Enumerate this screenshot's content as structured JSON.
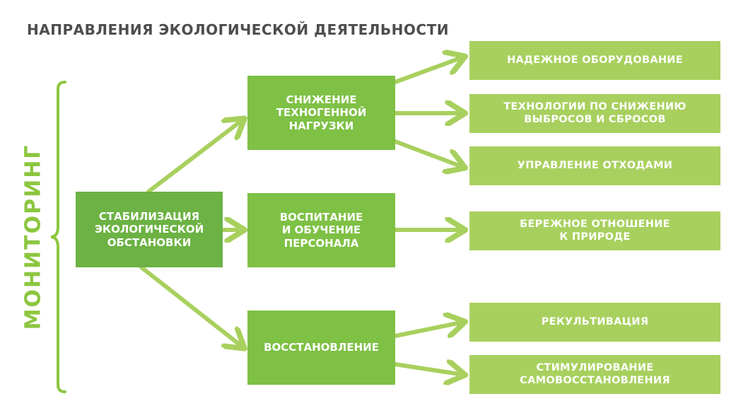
{
  "title": "НАПРАВЛЕНИЯ ЭКОЛОГИЧЕСКОЙ ДЕЯТЕЛЬНОСТИ",
  "side_label": "МОНИТОРИНГ",
  "colors": {
    "title": "#4d4d4f",
    "accent": "#8cc63f",
    "root_box": "#6cb244",
    "mid_box": "#7ec145",
    "leaf_box": "#a8d05e",
    "arrow": "#a8d05e"
  },
  "root": {
    "label": "СТАБИЛИЗАЦИЯ\nЭКОЛОГИЧЕСКОЙ\nОБСТАНОВКИ"
  },
  "mid": [
    {
      "label": "СНИЖЕНИЕ\nТЕХНОГЕННОЙ\nНАГРУЗКИ"
    },
    {
      "label": "ВОСПИТАНИЕ\nИ ОБУЧЕНИЕ\nПЕРСОНАЛА"
    },
    {
      "label": "ВОССТАНОВЛЕНИЕ"
    }
  ],
  "leaves": [
    {
      "label": "НАДЕЖНОЕ ОБОРУДОВАНИЕ"
    },
    {
      "label": "ТЕХНОЛОГИИ ПО СНИЖЕНИЮ\nВЫБРОСОВ И СБРОСОВ"
    },
    {
      "label": "УПРАВЛЕНИЕ ОТХОДАМИ"
    },
    {
      "label": "БЕРЕЖНОЕ ОТНОШЕНИЕ\nК ПРИРОДЕ"
    },
    {
      "label": "РЕКУЛЬТИВАЦИЯ"
    },
    {
      "label": "СТИМУЛИРОВАНИЕ\nСАМОВОССТАНОВЛЕНИЯ"
    }
  ],
  "edges": [
    {
      "from": "root",
      "to": "mid-0"
    },
    {
      "from": "root",
      "to": "mid-1"
    },
    {
      "from": "root",
      "to": "mid-2"
    },
    {
      "from": "mid-0",
      "to": "leaf-0"
    },
    {
      "from": "mid-0",
      "to": "leaf-1"
    },
    {
      "from": "mid-0",
      "to": "leaf-2"
    },
    {
      "from": "mid-1",
      "to": "leaf-3"
    },
    {
      "from": "mid-2",
      "to": "leaf-4"
    },
    {
      "from": "mid-2",
      "to": "leaf-5"
    }
  ]
}
